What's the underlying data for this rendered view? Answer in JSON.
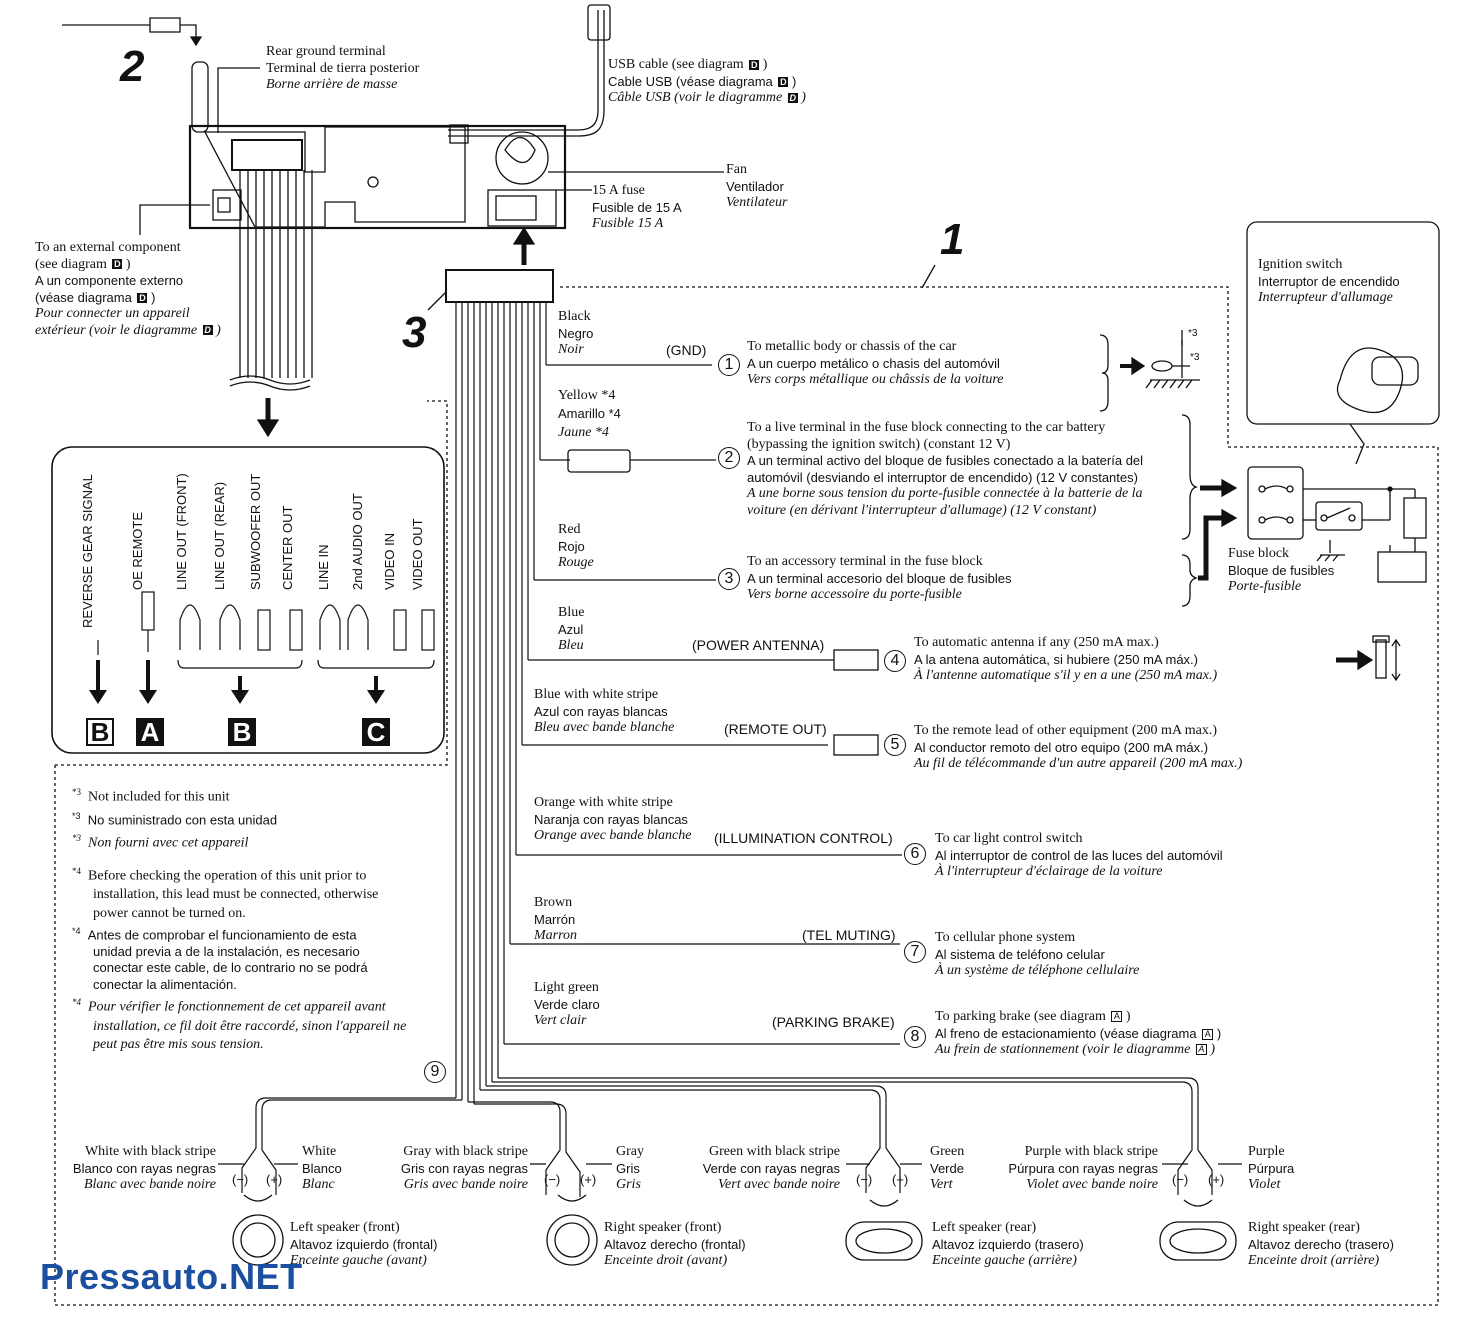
{
  "labels": {
    "step2": "2",
    "step1": "1",
    "step3": "3",
    "rear_ground": [
      "Rear ground terminal",
      "Terminal de tierra posterior",
      "Borne arrière de masse"
    ],
    "usb_cable": [
      "USB cable (see diagram",
      "Cable USB (véase diagrama",
      "Câble USB (voir le diagramme"
    ],
    "usb_ref": "D",
    "fan": [
      "Fan",
      "Ventilador",
      "Ventilateur"
    ],
    "fuse": [
      "15 A fuse",
      "Fusible de 15 A",
      "Fusible 15 A"
    ],
    "external": [
      "To an external component",
      "(see diagram",
      "A un componente externo",
      "(véase diagrama",
      "Pour connecter un appareil",
      "extérieur (voir le diagramme"
    ],
    "external_ref": "D",
    "ignition": [
      "Ignition switch",
      "Interruptor de encendido",
      "Interrupteur d'allumage"
    ],
    "fuse_block": [
      "Fuse block",
      "Bloque de fusibles",
      "Porte-fusible"
    ],
    "footnote_marker": "*3"
  },
  "connectors": [
    {
      "label": "REVERSE GEAR SIGNAL"
    },
    {
      "label": "OE REMOTE"
    },
    {
      "label": "LINE OUT (FRONT)"
    },
    {
      "label": "LINE OUT (REAR)"
    },
    {
      "label": "SUBWOOFER OUT"
    },
    {
      "label": "CENTER OUT"
    },
    {
      "label": "LINE IN"
    },
    {
      "label": "2nd AUDIO OUT"
    },
    {
      "label": "VIDEO IN"
    },
    {
      "label": "VIDEO OUT"
    }
  ],
  "connector_groups": [
    "B",
    "A",
    "B",
    "C"
  ],
  "wires": [
    {
      "num": "1",
      "color": [
        "Black",
        "Negro",
        "Noir"
      ],
      "tag": "(GND)",
      "desc": [
        "To metallic body or chassis of the car",
        "A un cuerpo metálico o chasis del automóvil",
        "Vers corps métallique ou châssis de la voiture"
      ]
    },
    {
      "num": "2",
      "color": [
        "Yellow *4",
        "Amarillo *4",
        "Jaune *4"
      ],
      "tag": "",
      "desc": [
        "To a live terminal in the fuse block connecting to the car battery",
        "(bypassing the ignition switch) (constant 12 V)",
        "A un terminal activo del bloque de fusibles conectado a la batería del",
        "automóvil (desviando el interruptor de encendido) (12 V constantes)",
        "A une borne sous tension du porte-fusible connectée à la batterie de la",
        "voiture (en dérivant l'interrupteur d'allumage) (12 V constant)"
      ]
    },
    {
      "num": "3",
      "color": [
        "Red",
        "Rojo",
        "Rouge"
      ],
      "tag": "",
      "desc": [
        "To an accessory terminal in the fuse block",
        "A un terminal accesorio del bloque de fusibles",
        "Vers borne accessoire du porte-fusible"
      ]
    },
    {
      "num": "4",
      "color": [
        "Blue",
        "Azul",
        "Bleu"
      ],
      "tag": "(POWER ANTENNA)",
      "desc": [
        "To automatic antenna if any (250 mA max.)",
        "A la antena automática, si hubiere (250 mA máx.)",
        "À l'antenne automatique s'il y en a une (250 mA max.)"
      ]
    },
    {
      "num": "5",
      "color": [
        "Blue with white stripe",
        "Azul con rayas blancas",
        "Bleu avec bande blanche"
      ],
      "tag": "(REMOTE OUT)",
      "desc": [
        "To the remote lead of other equipment (200 mA max.)",
        "Al conductor remoto del otro equipo (200 mA máx.)",
        "Au fil de télécommande d'un autre appareil (200 mA max.)"
      ]
    },
    {
      "num": "6",
      "color": [
        "Orange with white stripe",
        "Naranja con rayas blancas",
        "Orange avec bande blanche"
      ],
      "tag": "(ILLUMINATION CONTROL)",
      "desc": [
        "To car light control switch",
        "Al interruptor de control de las luces del automóvil",
        "À l'interrupteur d'éclairage de la voiture"
      ]
    },
    {
      "num": "7",
      "color": [
        "Brown",
        "Marrón",
        "Marron"
      ],
      "tag": "(TEL MUTING)",
      "desc": [
        "To cellular phone system",
        "Al sistema de teléfono celular",
        "À un système de téléphone cellulaire"
      ]
    },
    {
      "num": "8",
      "color": [
        "Light green",
        "Verde claro",
        "Vert clair"
      ],
      "tag": "(PARKING BRAKE)",
      "desc": [
        "To parking brake (see diagram",
        "Al freno de estacionamiento (véase diagrama",
        "Au frein de stationnement (voir le diagramme"
      ]
    }
  ],
  "wire8_ref": "A",
  "wire9_num": "9",
  "notes": {
    "n3": [
      "Not included for this unit",
      "No suministrado con esta unidad",
      "Non fourni avec cet appareil"
    ],
    "n3_marker": "*3",
    "n4_marker": "*4",
    "n4_en": [
      "Before checking the operation of this unit prior to",
      "installation, this lead must be connected, otherwise",
      "power cannot be turned on."
    ],
    "n4_es": [
      "Antes de comprobar el funcionamiento de esta",
      "unidad previa a de la instalación, es necesario",
      "conectar este cable, de lo contrario no se podrá",
      "conectar la alimentación."
    ],
    "n4_fr": [
      "Pour vérifier le fonctionnement de cet appareil avant",
      "installation, ce fil doit être raccordé, sinon l'appareil ne",
      "peut pas être mis sous tension."
    ]
  },
  "speakers": [
    {
      "neg": [
        "White with black stripe",
        "Blanco con rayas negras",
        "Blanc avec bande noire"
      ],
      "pos": [
        "White",
        "Blanco",
        "Blanc"
      ],
      "name": [
        "Left speaker (front)",
        "Altavoz izquierdo (frontal)",
        "Enceinte gauche (avant)"
      ]
    },
    {
      "neg": [
        "Gray with black stripe",
        "Gris con rayas negras",
        "Gris avec bande noire"
      ],
      "pos": [
        "Gray",
        "Gris",
        "Gris"
      ],
      "name": [
        "Right speaker (front)",
        "Altavoz derecho (frontal)",
        "Enceinte droit (avant)"
      ]
    },
    {
      "neg": [
        "Green with black stripe",
        "Verde con rayas negras",
        "Vert avec bande noire"
      ],
      "pos": [
        "Green",
        "Verde",
        "Vert"
      ],
      "name": [
        "Left speaker (rear)",
        "Altavoz izquierdo (trasero)",
        "Enceinte gauche (arrière)"
      ]
    },
    {
      "neg": [
        "Purple with black stripe",
        "Púrpura con rayas negras",
        "Violet avec bande noire"
      ],
      "pos": [
        "Purple",
        "Púrpura",
        "Violet"
      ],
      "name": [
        "Right speaker (rear)",
        "Altavoz derecho (trasero)",
        "Enceinte droit (arrière)"
      ]
    }
  ],
  "polarity": {
    "neg": "(−)",
    "pos": "(+)"
  },
  "watermark": "Pressauto.NET"
}
